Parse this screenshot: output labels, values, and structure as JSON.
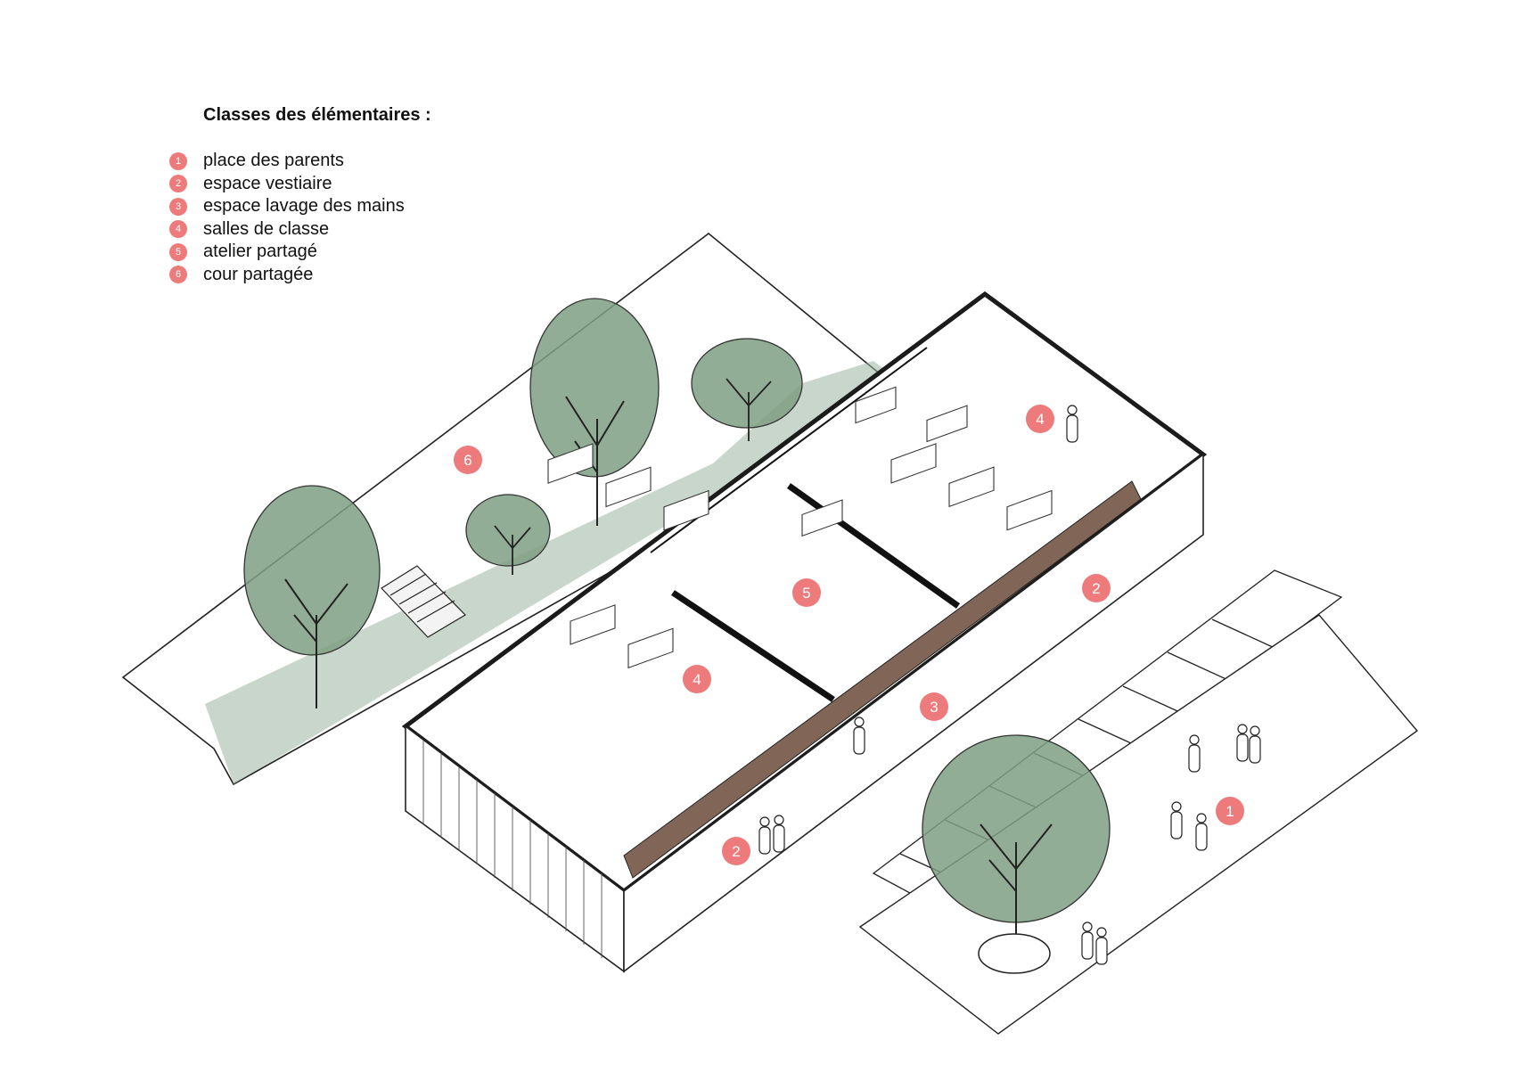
{
  "legend": {
    "title": "Classes des élémentaires :",
    "items": [
      {
        "num": "1",
        "label": "place des parents"
      },
      {
        "num": "2",
        "label": "espace vestiaire"
      },
      {
        "num": "3",
        "label": "espace lavage des mains"
      },
      {
        "num": "4",
        "label": "salles de classe"
      },
      {
        "num": "5",
        "label": "atelier partagé"
      },
      {
        "num": "6",
        "label": "cour partagée"
      }
    ]
  },
  "markers": [
    "6",
    "4",
    "5",
    "4",
    "3",
    "2",
    "2",
    "1"
  ],
  "colors": {
    "badge": "#ee7b7b",
    "foliage": "#8aa88e",
    "ink": "#1b1b1b",
    "brick": "#6b4a3a"
  }
}
